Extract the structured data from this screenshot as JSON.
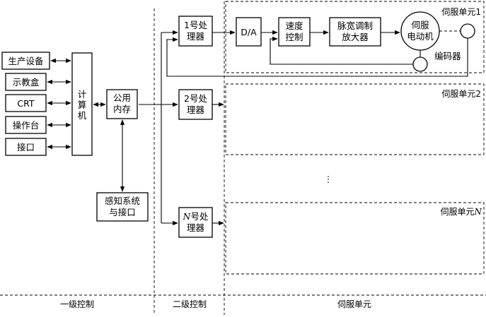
{
  "blocks": {
    "production_equipment": "生产设备",
    "teach_box": "示教盒",
    "crt": "CRT",
    "operator_panel": "操作台",
    "interface": "接口",
    "computer": [
      "计",
      "算",
      "机"
    ],
    "shared_memory": [
      "公用",
      "内存"
    ],
    "sensing_system": [
      "感知系统",
      "与接口"
    ],
    "processor_1": [
      "1号处",
      "理器"
    ],
    "processor_2": [
      "2号处",
      "理器"
    ],
    "processor_n_italic": "N",
    "processor_n": [
      "号处",
      "理器"
    ],
    "da": "D/A",
    "speed_control": [
      "速度",
      "控制"
    ],
    "pwm_amplifier": [
      "脉宽调制",
      "放大器"
    ],
    "servo_motor": [
      "伺服",
      "电动机"
    ],
    "encoder": "编码器"
  },
  "regions": {
    "servo_unit_1": "伺服单元1",
    "servo_unit_2": "伺服单元2",
    "servo_unit_n_prefix": "伺服单元",
    "servo_unit_n_italic": "N",
    "ellipsis": "⋮"
  },
  "bottom_labels": {
    "level1": "一级控制",
    "level2": "二级控制",
    "servo": "伺服单元"
  }
}
